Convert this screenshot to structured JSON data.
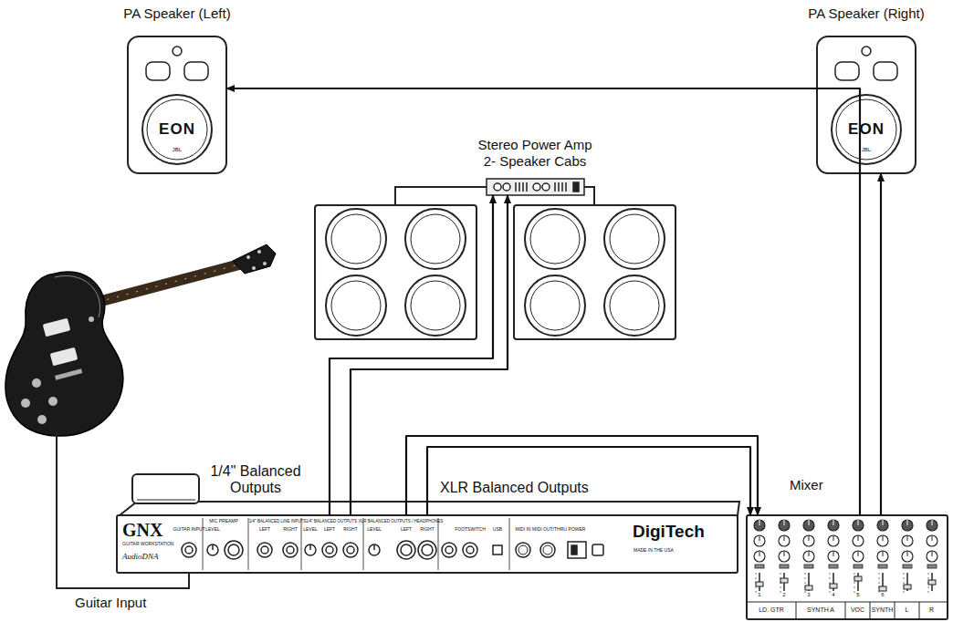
{
  "diagram": {
    "nodes": [
      {
        "text": [
          "PA Speaker (Left)",
          "EON",
          "JBL"
        ]
      },
      {
        "text": [
          "PA Speaker (Right)",
          "EON",
          "JBL"
        ]
      },
      {
        "text": [
          "Stereo Power Amp 2- Speaker Cabs"
        ]
      },
      {
        "text": [
          "GNX",
          "GUITAR WORKSTATION",
          "AudioDNA",
          "GUITAR INPUT",
          "MIC PREAMP",
          "LEVEL",
          "1/4\" BALANCED LINE INPUTS",
          "LEFT",
          "RIGHT",
          "1/4\" BALANCED OUTPUTS",
          "LEVEL",
          "LEFT",
          "RIGHT",
          "XLR BALANCED OUTPUTS / HEADPHONES",
          "LEVEL",
          "LEFT",
          "RIGHT",
          "FOOTSWITCH",
          "USB",
          "MIDI IN",
          "MIDI OUT/THRU",
          "POWER",
          "DigiTech",
          "MADE IN THE USA"
        ]
      },
      {
        "text": [
          "Mixer",
          "1",
          "2",
          "3",
          "4",
          "5",
          "6",
          "LD. GTR",
          "SYNTH A",
          "VOC",
          "SYNTH",
          "L",
          "R"
        ]
      }
    ],
    "edges": [
      {
        "from": 3,
        "to": 2,
        "arrow": "to"
      },
      {
        "from": 3,
        "to": 2,
        "arrow": "to"
      },
      {
        "from": 3,
        "to": 4,
        "arrow": "to"
      },
      {
        "from": 3,
        "to": 4,
        "arrow": "to"
      },
      {
        "from": 4,
        "to": 0,
        "arrow": "to"
      },
      {
        "from": 4,
        "to": 1,
        "arrow": "to"
      }
    ],
    "labels": [
      "1/4\" Balanced Outputs",
      "XLR Balanced Outputs",
      "Guitar Input"
    ]
  }
}
